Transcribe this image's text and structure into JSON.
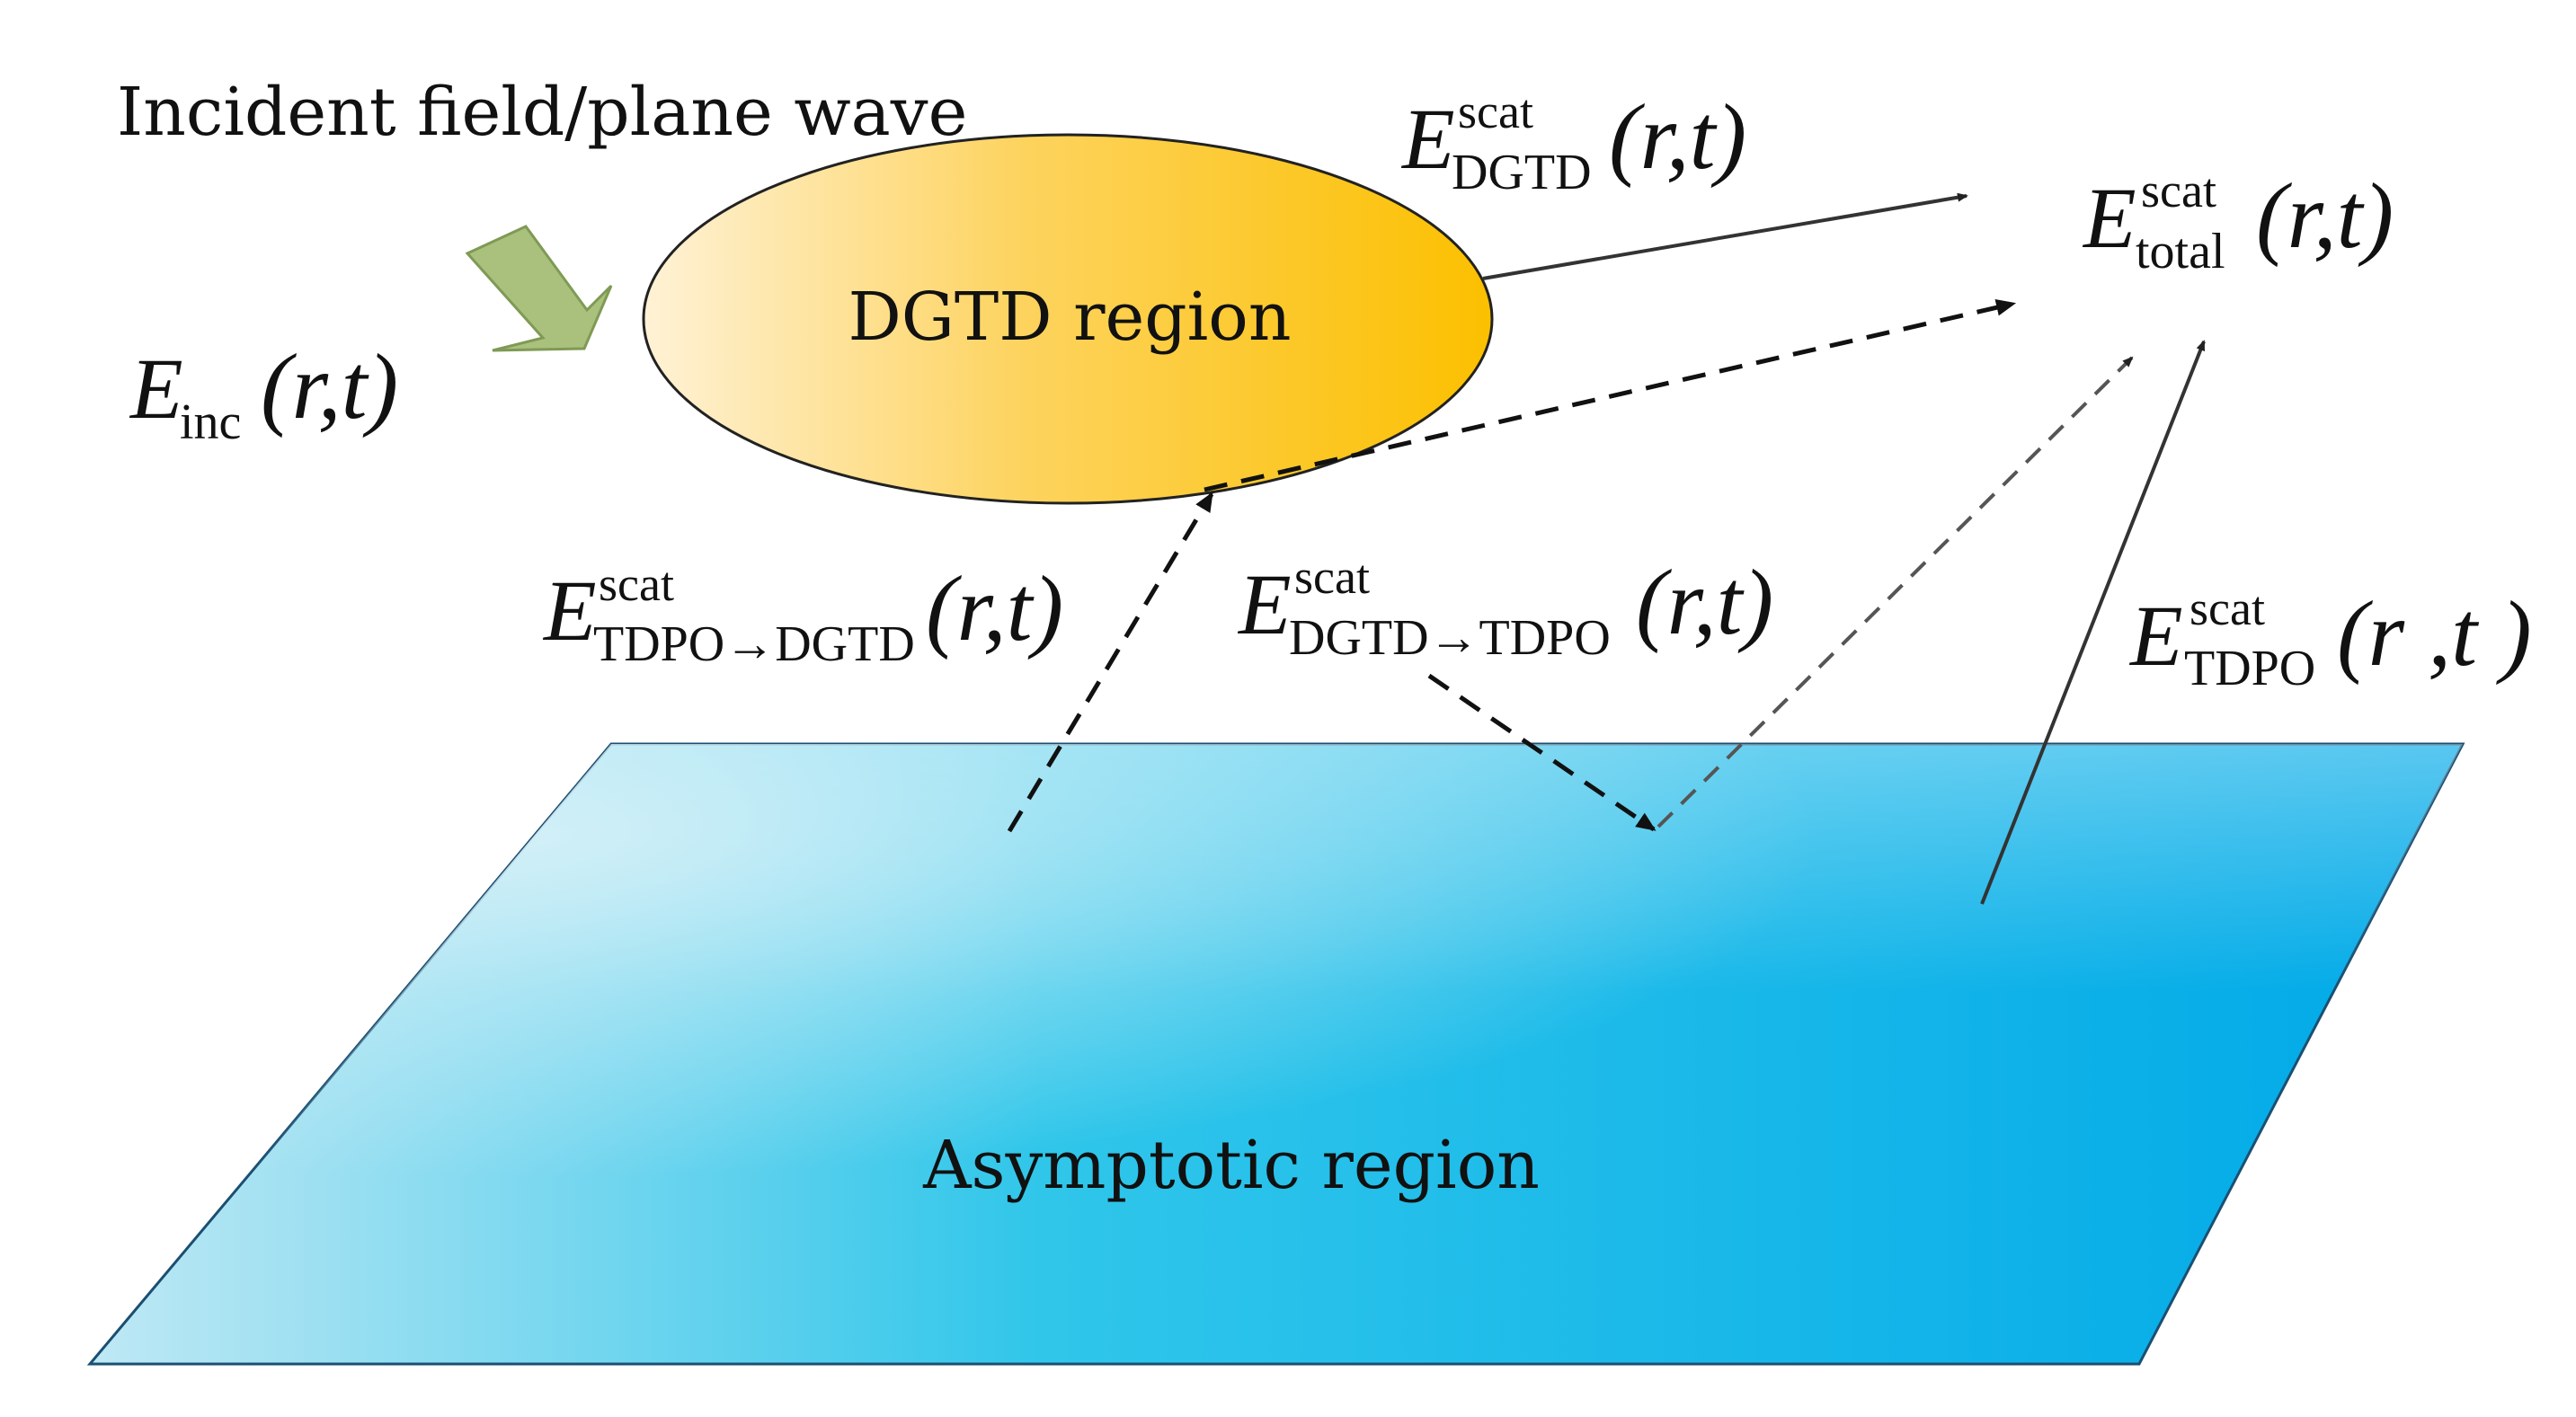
{
  "incident_label": "Incident field/plane wave",
  "dgtd_region_label": "DGTD region",
  "asymptotic_region_label": "Asymptotic region",
  "fields": {
    "inc": {
      "symbol": "E",
      "sub": "inc",
      "sup": "",
      "args": "(r,t)"
    },
    "dgtd": {
      "symbol": "E",
      "sub": "DGTD",
      "sup": "scat",
      "args": "(r,t)"
    },
    "total": {
      "symbol": "E",
      "sub": "total",
      "sup": "scat",
      "args": "(r,t)"
    },
    "tdpo_to_dgtd": {
      "symbol": "E",
      "sub": "TDPO→DGTD",
      "sup": "scat",
      "args": "(r,t)"
    },
    "dgtd_to_tdpo": {
      "symbol": "E",
      "sub": "DGTD→TDPO",
      "sup": "scat",
      "args": "(r,t)"
    },
    "tdpo": {
      "symbol": "E",
      "sub": "TDPO",
      "sup": "scat",
      "args": "(r ,t )"
    }
  },
  "colors": {
    "ellipse_light": "#fff2d6",
    "ellipse_mid": "#fdd35e",
    "ellipse_dark": "#fcc000",
    "plane_light": "#bfe8f4",
    "plane_mid": "#30c6ea",
    "plane_dark": "#00a9e8",
    "incident_arrow_fill": "#a9c17d",
    "incident_arrow_stroke": "#7f9a55",
    "line": "#222222"
  },
  "icons": {
    "incident_arrow": "block-arrow-down-right-icon"
  }
}
